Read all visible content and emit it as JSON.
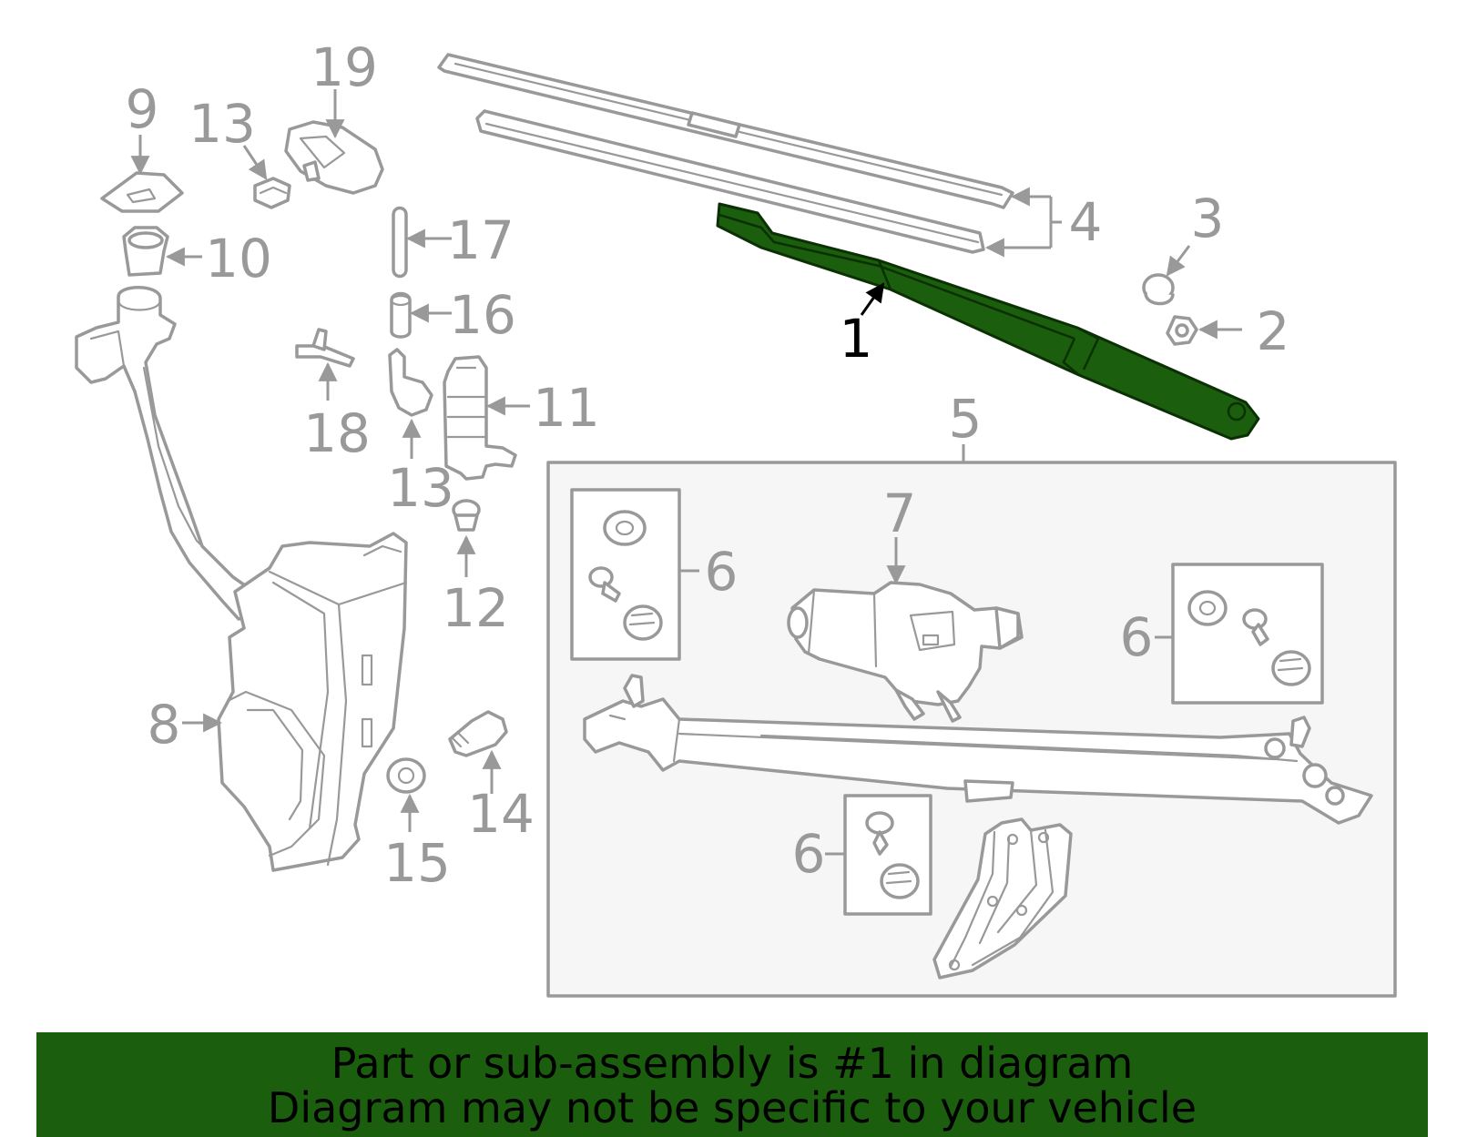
{
  "diagram": {
    "highlighted_part": "1",
    "highlight_color": "#1a5e0e",
    "line_color": "#999999",
    "callouts": [
      {
        "id": "c1",
        "text": "1"
      },
      {
        "id": "c2",
        "text": "2"
      },
      {
        "id": "c3",
        "text": "3"
      },
      {
        "id": "c4",
        "text": "4"
      },
      {
        "id": "c5",
        "text": "5"
      },
      {
        "id": "c6a",
        "text": "6"
      },
      {
        "id": "c6b",
        "text": "6"
      },
      {
        "id": "c6c",
        "text": "6"
      },
      {
        "id": "c7",
        "text": "7"
      },
      {
        "id": "c8",
        "text": "8"
      },
      {
        "id": "c9",
        "text": "9"
      },
      {
        "id": "c10",
        "text": "10"
      },
      {
        "id": "c11",
        "text": "11"
      },
      {
        "id": "c12",
        "text": "12"
      },
      {
        "id": "c13a",
        "text": "13"
      },
      {
        "id": "c13b",
        "text": "13"
      },
      {
        "id": "c14",
        "text": "14"
      },
      {
        "id": "c15",
        "text": "15"
      },
      {
        "id": "c16",
        "text": "16"
      },
      {
        "id": "c17",
        "text": "17"
      },
      {
        "id": "c18",
        "text": "18"
      },
      {
        "id": "c19",
        "text": "19"
      }
    ]
  },
  "footer": {
    "line1": "Part or sub-assembly is #1 in diagram",
    "line2": "Diagram may not be specific to your vehicle",
    "background": "#1a5e0e"
  }
}
